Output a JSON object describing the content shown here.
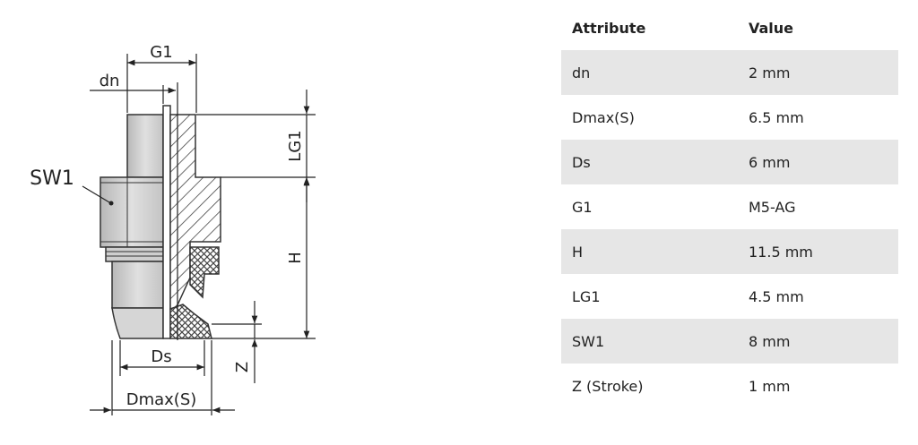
{
  "diagram": {
    "labels": {
      "g1": "G1",
      "dn": "dn",
      "lg1": "LG1",
      "sw1": "SW1",
      "h": "H",
      "ds": "Ds",
      "z": "Z",
      "dmax": "Dmax(S)"
    }
  },
  "table": {
    "headers": {
      "attribute": "Attribute",
      "value": "Value"
    },
    "rows": [
      {
        "attribute": "dn",
        "value": "2 mm"
      },
      {
        "attribute": "Dmax(S)",
        "value": "6.5 mm"
      },
      {
        "attribute": "Ds",
        "value": "6 mm"
      },
      {
        "attribute": "G1",
        "value": "M5-AG"
      },
      {
        "attribute": "H",
        "value": "11.5 mm"
      },
      {
        "attribute": "LG1",
        "value": "4.5 mm"
      },
      {
        "attribute": "SW1",
        "value": "8 mm"
      },
      {
        "attribute": "Z (Stroke)",
        "value": "1 mm"
      }
    ]
  }
}
